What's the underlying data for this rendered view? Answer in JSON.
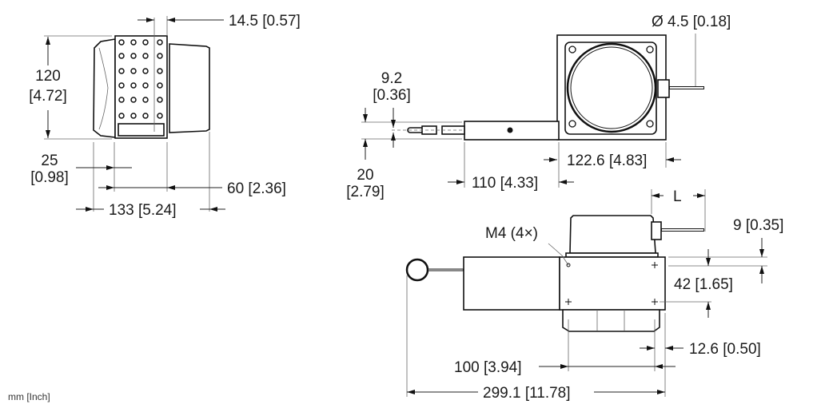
{
  "units_note": "mm [Inch]",
  "side_view": {
    "dim_height": {
      "mm": "120",
      "inch": "[4.72]"
    },
    "dim_pin_offset": "14.5 [0.57]",
    "dim_left_part": {
      "mm": "25",
      "inch": "[0.98]"
    },
    "dim_right_part": "60 [2.36]",
    "dim_total_width": "133 [5.24]"
  },
  "top_view": {
    "cable_diameter": "Ø 4.5 [0.18]",
    "dim_wire_height": {
      "mm": "9.2",
      "inch": "[0.36]"
    },
    "dim_tube_height": {
      "mm": "20",
      "inch": "[2.79]"
    },
    "dim_housing_width": "122.6 [4.83]",
    "dim_tube_length": "110 [4.33]"
  },
  "front_view": {
    "dim_cable_length": "L",
    "mount_thread": "M4 (4×)",
    "dim_hole_offset_top": "9 [0.35]",
    "dim_hole_spacing_vertical": "42 [1.65]",
    "dim_hole_offset_right": "12.6 [0.50]",
    "dim_hole_spacing_horizontal": "100 [3.94]",
    "dim_total_length": "299.1 [11.78]"
  }
}
